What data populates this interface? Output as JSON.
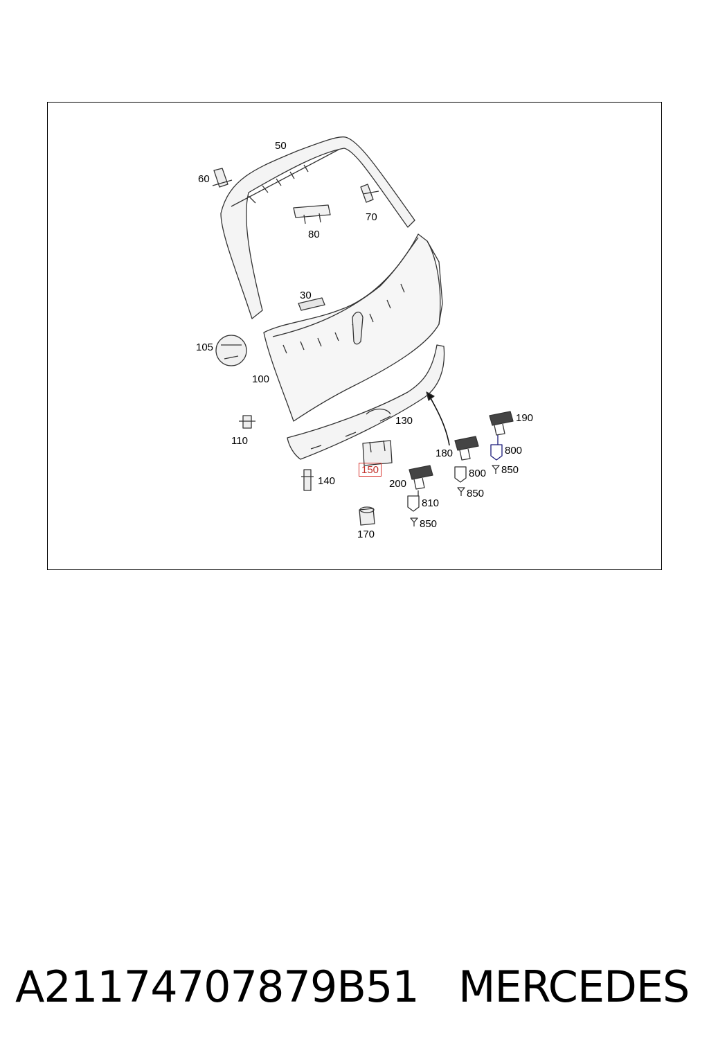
{
  "diagram": {
    "callouts": [
      {
        "id": "50",
        "text": "50"
      },
      {
        "id": "60",
        "text": "60"
      },
      {
        "id": "70",
        "text": "70"
      },
      {
        "id": "80",
        "text": "80"
      },
      {
        "id": "30",
        "text": "30"
      },
      {
        "id": "105",
        "text": "105"
      },
      {
        "id": "100",
        "text": "100"
      },
      {
        "id": "110",
        "text": "110"
      },
      {
        "id": "130",
        "text": "130"
      },
      {
        "id": "140",
        "text": "140"
      },
      {
        "id": "150",
        "text": "150"
      },
      {
        "id": "170",
        "text": "170"
      },
      {
        "id": "180",
        "text": "180"
      },
      {
        "id": "190",
        "text": "190"
      },
      {
        "id": "200",
        "text": "200"
      },
      {
        "id": "800a",
        "text": "800"
      },
      {
        "id": "800b",
        "text": "800"
      },
      {
        "id": "850a",
        "text": "850"
      },
      {
        "id": "850b",
        "text": "850"
      },
      {
        "id": "850c",
        "text": "850"
      },
      {
        "id": "810",
        "text": "810"
      }
    ],
    "highlight_color": "#d8332c",
    "line_color": "#333333",
    "connector_color": "#1a1a7a"
  },
  "footer": {
    "part_number": "A21174707879B51",
    "brand": "MERCEDES"
  }
}
